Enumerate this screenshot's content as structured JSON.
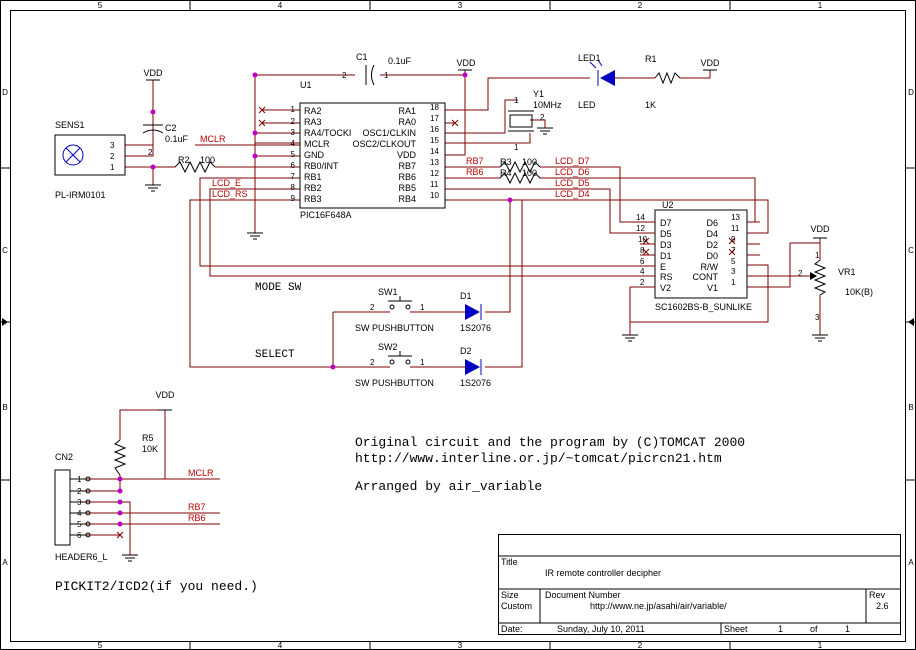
{
  "border": {
    "cols_top": [
      "5",
      "4",
      "3",
      "2",
      "1"
    ],
    "cols_bottom": [
      "5",
      "4",
      "3",
      "2",
      "1"
    ],
    "rows_left": [
      "D",
      "C",
      "B",
      "A"
    ],
    "rows_right": [
      "D",
      "C",
      "B",
      "A"
    ]
  },
  "power": {
    "vdd": "VDD"
  },
  "u1": {
    "ref": "U1",
    "part": "PIC16F648A",
    "left_pins": [
      {
        "num": "1",
        "name": "RA2"
      },
      {
        "num": "2",
        "name": "RA3"
      },
      {
        "num": "3",
        "name": "RA4/TOCKI"
      },
      {
        "num": "4",
        "name": "MCLR"
      },
      {
        "num": "5",
        "name": "GND"
      },
      {
        "num": "6",
        "name": "RB0/INT"
      },
      {
        "num": "7",
        "name": "RB1"
      },
      {
        "num": "8",
        "name": "RB2"
      },
      {
        "num": "9",
        "name": "RB3"
      }
    ],
    "right_pins": [
      {
        "num": "18",
        "name": "RA1"
      },
      {
        "num": "17",
        "name": "RA0"
      },
      {
        "num": "16",
        "name": "OSC1/CLKIN"
      },
      {
        "num": "15",
        "name": "OSC2/CLKOUT"
      },
      {
        "num": "14",
        "name": "VDD"
      },
      {
        "num": "13",
        "name": "RB7"
      },
      {
        "num": "12",
        "name": "RB6"
      },
      {
        "num": "11",
        "name": "RB5"
      },
      {
        "num": "10",
        "name": "RB4"
      }
    ]
  },
  "u2": {
    "ref": "U2",
    "part": "SC1602BS-B_SUNLIKE",
    "left_pins": [
      {
        "num": "14",
        "name": "D7"
      },
      {
        "num": "12",
        "name": "D5"
      },
      {
        "num": "10",
        "name": "D3"
      },
      {
        "num": "8",
        "name": "D1"
      },
      {
        "num": "6",
        "name": "E"
      },
      {
        "num": "4",
        "name": "RS"
      },
      {
        "num": "2",
        "name": "V2"
      }
    ],
    "right_pins": [
      {
        "num": "13",
        "name": "D6"
      },
      {
        "num": "11",
        "name": "D4"
      },
      {
        "num": "9",
        "name": "D2"
      },
      {
        "num": "7",
        "name": "D0"
      },
      {
        "num": "5",
        "name": "R/W"
      },
      {
        "num": "3",
        "name": "CONT"
      },
      {
        "num": "1",
        "name": "V1"
      }
    ]
  },
  "sens1": {
    "ref": "SENS1",
    "part": "PL-IRM0101",
    "pins": [
      "3",
      "2",
      "1"
    ]
  },
  "c1": {
    "ref": "C1",
    "value": "0.1uF",
    "pin_left": "2",
    "pin_right": "1"
  },
  "c2": {
    "ref": "C2",
    "value": "0.1uF",
    "pin": "2"
  },
  "led1": {
    "ref": "LED1",
    "value": "LED"
  },
  "r1": {
    "ref": "R1",
    "value": "1K"
  },
  "r2": {
    "ref": "R2",
    "value": "100"
  },
  "r3": {
    "ref": "R3",
    "value": "100"
  },
  "r4": {
    "ref": "R4",
    "value": "100"
  },
  "r5": {
    "ref": "R5",
    "value": "10K"
  },
  "y1": {
    "ref": "Y1",
    "value": "10MHz",
    "pin_top": "1",
    "pin_right": "2",
    "pin_bottom": "1"
  },
  "sw1": {
    "ref": "SW1",
    "part": "SW PUSHBUTTON",
    "pin_left": "2",
    "pin_right": "1"
  },
  "sw2": {
    "ref": "SW2",
    "part": "SW PUSHBUTTON",
    "pin_left": "2",
    "pin_right": "1"
  },
  "d1": {
    "ref": "D1",
    "part": "1S2076"
  },
  "d2": {
    "ref": "D2",
    "part": "1S2076"
  },
  "vr1": {
    "ref": "VR1",
    "value": "10K(B)",
    "pins": [
      "1",
      "2",
      "3"
    ]
  },
  "cn2": {
    "ref": "CN2",
    "part": "HEADER6_L",
    "pins": [
      "1",
      "2",
      "3",
      "4",
      "5",
      "6"
    ]
  },
  "nets": {
    "mclr": "MCLR",
    "rb7": "RB7",
    "rb6": "RB6",
    "lcd_d7": "LCD_D7",
    "lcd_d6": "LCD_D6",
    "lcd_d5": "LCD_D5",
    "lcd_d4": "LCD_D4",
    "lcd_e": "LCD_E",
    "lcd_rs": "LCD_RS"
  },
  "labels": {
    "mode_sw": "MODE SW",
    "select": "SELECT",
    "credit1": "Original circuit and the program by (C)TOMCAT 2000",
    "credit2": "http://www.interline.or.jp/~tomcat/picrcn21.htm",
    "credit3": "Arranged by air_variable",
    "pickit": "PICKIT2/ICD2(if you need.)"
  },
  "title_block": {
    "title_label": "Title",
    "title": "IR remote controller decipher",
    "size_label": "Size",
    "size": "Custom",
    "docnum_label": "Document Number",
    "docnum": "http://www.ne.jp/asahi/air/variable/",
    "rev_label": "Rev",
    "rev": "2.6",
    "date_label": "Date:",
    "date": "Sunday, July 10, 2011",
    "sheet_label": "Sheet",
    "sheet": "1",
    "of_label": "of",
    "of": "1"
  }
}
